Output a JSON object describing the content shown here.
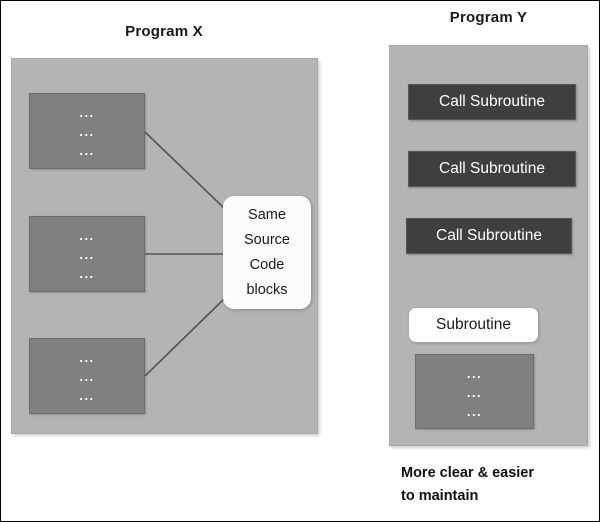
{
  "diagram": {
    "title_left": "Program X",
    "title_right": "Program Y",
    "colors": {
      "panel_background": "#b4b4b4",
      "code_block": "#808080",
      "call_bar": "#3f3f3f",
      "callout_background": "#fbfbfb",
      "page_background": "#ffffff",
      "dot_color": "#ffffff",
      "text_dark": "#1a1a1a"
    }
  },
  "program_x": {
    "label": "Program X",
    "blocks": [
      {
        "name": "code-block-1",
        "dot_rows": [
          "...",
          "...",
          "..."
        ]
      },
      {
        "name": "code-block-2",
        "dot_rows": [
          "...",
          "...",
          "..."
        ]
      },
      {
        "name": "code-block-3",
        "dot_rows": [
          "...",
          "...",
          "..."
        ]
      }
    ],
    "callout": {
      "lines": [
        "Same",
        "Source",
        "Code",
        "blocks"
      ]
    }
  },
  "program_y": {
    "label": "Program Y",
    "calls": [
      {
        "label": "Call Subroutine"
      },
      {
        "label": "Call Subroutine"
      },
      {
        "label": "Call Subroutine"
      }
    ],
    "subroutine": {
      "label": "Subroutine",
      "body": {
        "dot_rows": [
          "...",
          "...",
          "..."
        ]
      }
    },
    "caption": {
      "line1": "More clear & easier",
      "line2": "to maintain"
    }
  }
}
